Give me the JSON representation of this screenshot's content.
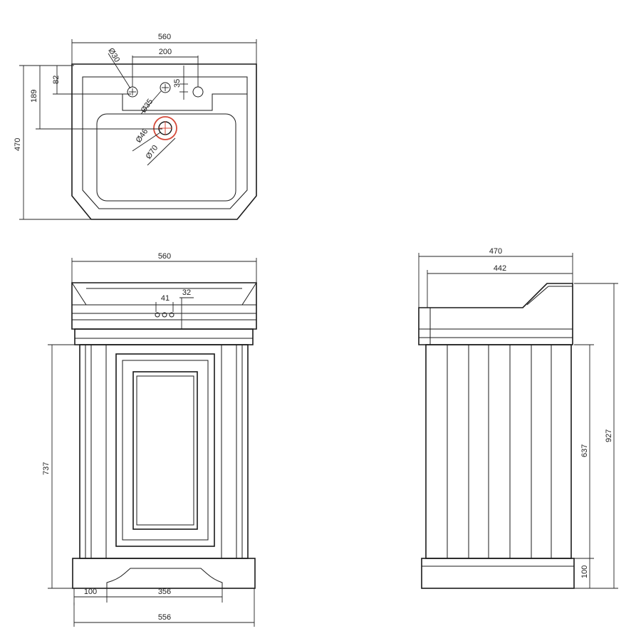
{
  "plan_view": {
    "width": "560",
    "tap_spacing": "200",
    "tap_hole_dia": "Ø30",
    "hole_dia_small": "Ø35",
    "hole_offset": "35",
    "depth_to_taps": "82",
    "depth_to_waste": "189",
    "overall_depth": "470",
    "waste_dia_inner": "Ø46",
    "waste_dia_outer": "Ø70"
  },
  "front_view": {
    "basin_width": "560",
    "hole_spacing": "41",
    "hole_edge": "32",
    "cabinet_height": "737",
    "plinth_side": "100",
    "plinth_cutout": "356",
    "cabinet_width": "556"
  },
  "side_view": {
    "overall_depth": "470",
    "cabinet_depth": "442",
    "overall_height": "927",
    "panel_height": "637",
    "plinth_height": "100"
  },
  "colors": {
    "line": "#1a1a1a",
    "waste_accent": "#d44a3a"
  }
}
